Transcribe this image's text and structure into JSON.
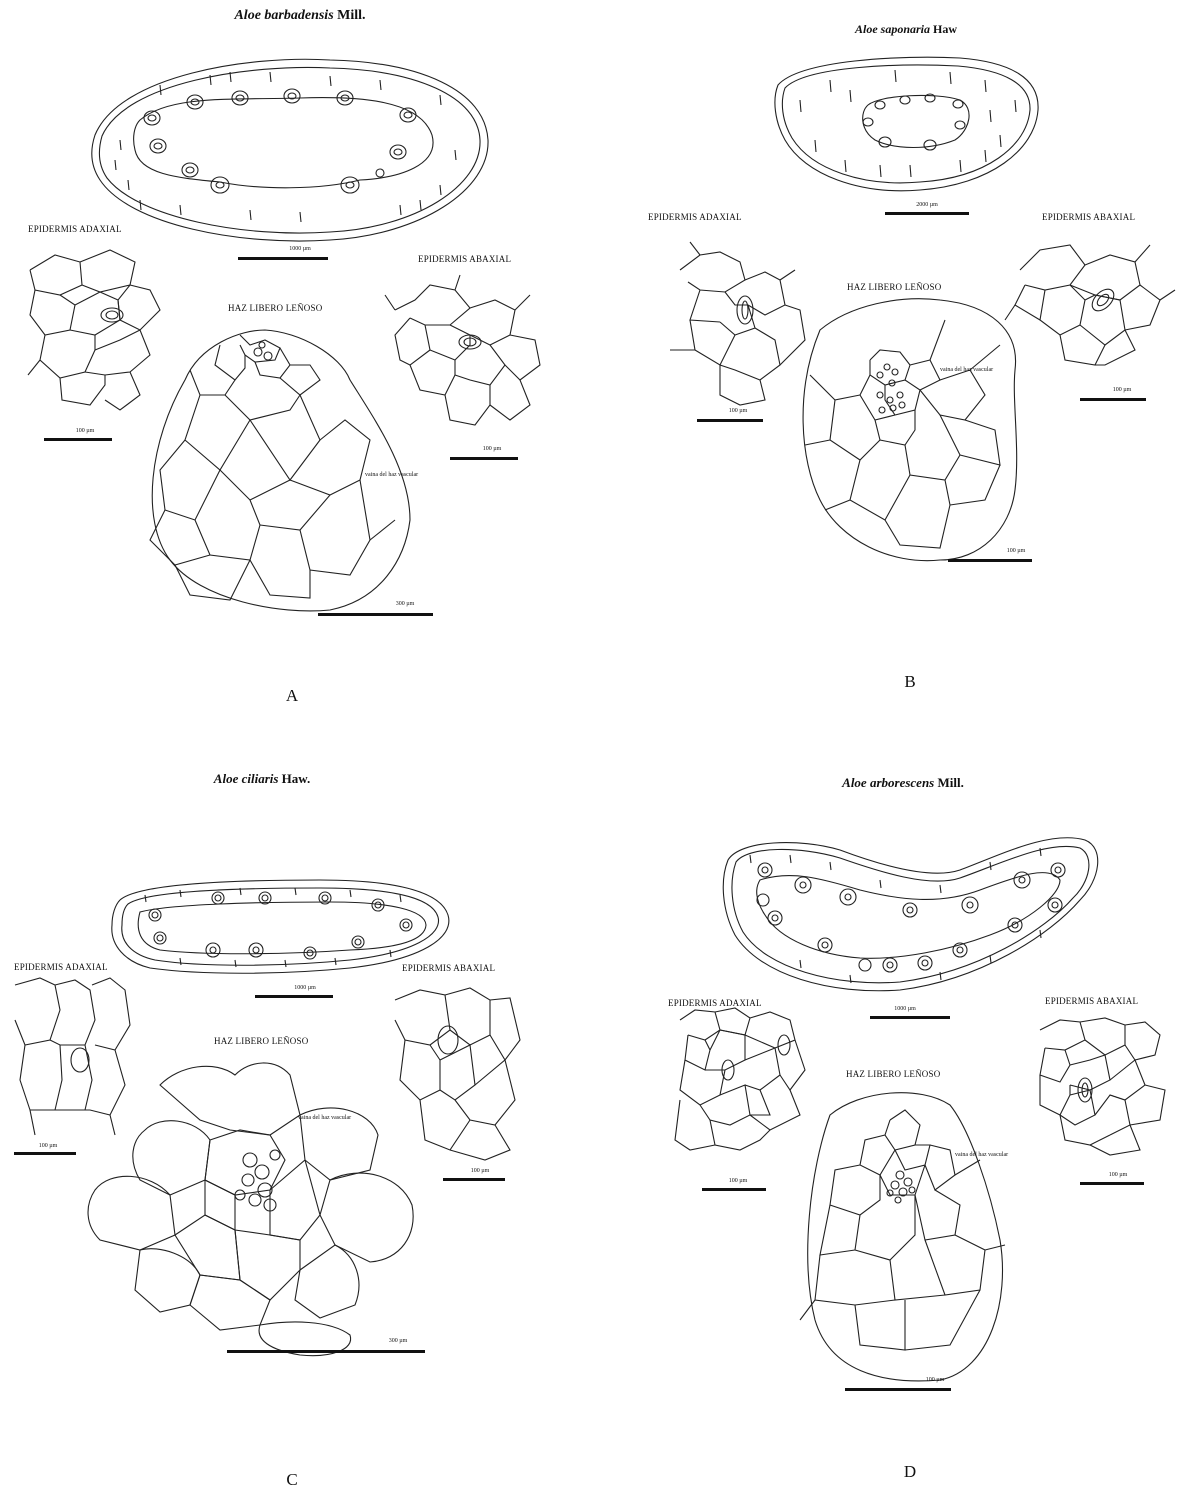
{
  "panels": [
    {
      "letter": "A",
      "title_italic": "Aloe barbadensis",
      "title_rest": " Mill.",
      "adaxial": "EPIDERMIS ADAXIAL",
      "abaxial": "EPIDERMIS ABAXIAL",
      "haz": "HAZ LIBERO LEÑOSO",
      "vaina": "vaina del haz vascular",
      "scale_section": "1000 µm",
      "scale_adaxial": "100 µm",
      "scale_abaxial": "100 µm",
      "scale_haz": "300 µm"
    },
    {
      "letter": "B",
      "title_italic": "Aloe saponaria",
      "title_rest": " Haw",
      "adaxial": "EPIDERMIS ADAXIAL",
      "abaxial": "EPIDERMIS ABAXIAL",
      "haz": "HAZ LIBERO LEÑOSO",
      "vaina": "vaina del haz vascular",
      "scale_section": "2000 µm",
      "scale_adaxial": "100 µm",
      "scale_abaxial": "100 µm",
      "scale_haz": "100 µm"
    },
    {
      "letter": "C",
      "title_italic": "Aloe ciliaris",
      "title_rest": " Haw.",
      "adaxial": "EPIDERMIS ADAXIAL",
      "abaxial": "EPIDERMIS ABAXIAL",
      "haz": "HAZ LIBERO LEÑOSO",
      "vaina": "vaina del haz vascular",
      "scale_section": "1000 µm",
      "scale_adaxial": "100 µm",
      "scale_abaxial": "100 µm",
      "scale_haz": "300 µm"
    },
    {
      "letter": "D",
      "title_italic": "Aloe arborescens",
      "title_rest": " Mill.",
      "adaxial": "EPIDERMIS ADAXIAL",
      "abaxial": "EPIDERMIS ABAXIAL",
      "haz": "HAZ LIBERO LEÑOSO",
      "vaina": "vaina del haz vascular",
      "scale_section": "1000 µm",
      "scale_adaxial": "100 µm",
      "scale_abaxial": "100 µm",
      "scale_haz": "100 µm"
    }
  ]
}
